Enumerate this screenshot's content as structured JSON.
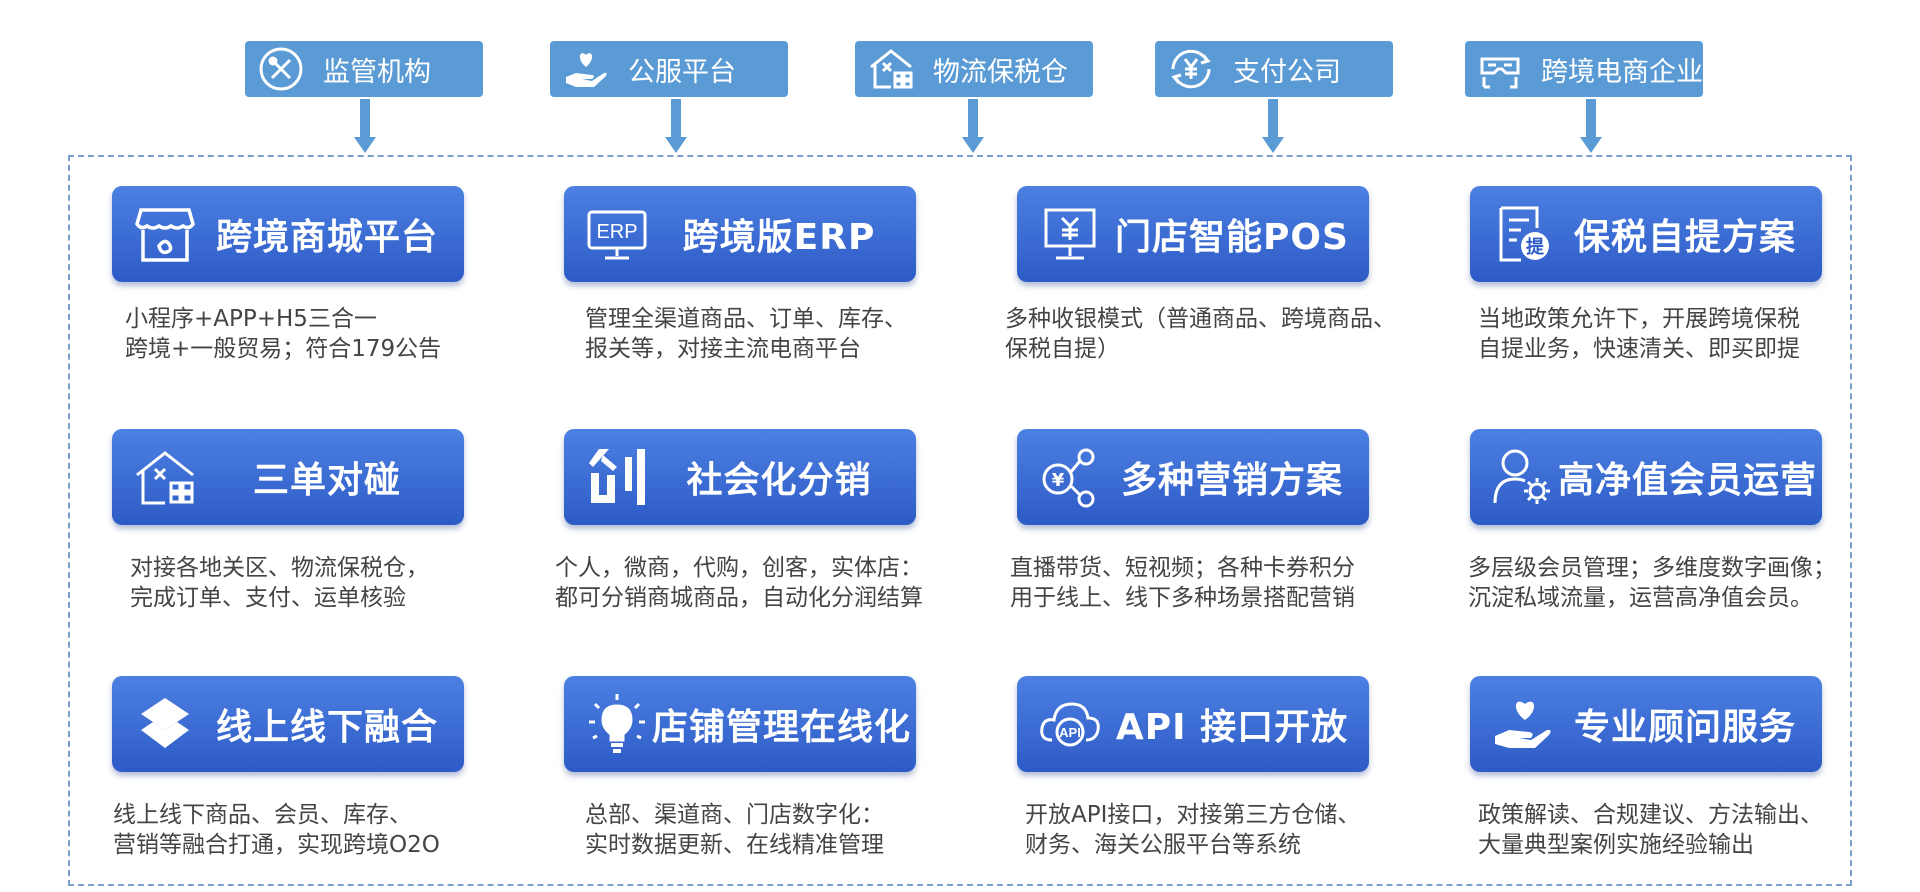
{
  "top_tags": [
    {
      "label": "监管机构",
      "icon": "wrench-screwdriver-icon"
    },
    {
      "label": "公服平台",
      "icon": "heart-hand-icon"
    },
    {
      "label": "物流保税仓",
      "icon": "warehouse-icon"
    },
    {
      "label": "支付公司",
      "icon": "yen-cycle-icon"
    },
    {
      "label": "跨境电商企业",
      "icon": "vr-glasses-icon"
    }
  ],
  "cards": [
    {
      "title": "跨境商城平台",
      "icon": "storefront-icon",
      "desc": [
        "小程序+APP+H5三合一",
        "跨境+一般贸易；符合179公告"
      ]
    },
    {
      "title": "跨境版ERP",
      "icon": "erp-monitor-icon",
      "desc": [
        "管理全渠道商品、订单、库存、",
        "报关等，对接主流电商平台"
      ]
    },
    {
      "title": "门店智能POS",
      "icon": "pos-terminal-icon",
      "desc": [
        "多种收银模式（普通商品、跨境商品、",
        "保税自提）"
      ]
    },
    {
      "title": "保税自提方案",
      "icon": "pickup-document-icon",
      "desc": [
        "当地政策允许下，开展跨境保税",
        "自提业务，快速清关、即买即提"
      ]
    },
    {
      "title": "三单对碰",
      "icon": "warehouse-icon",
      "desc": [
        "对接各地关区、物流保税仓，",
        "完成订单、支付、运单核验"
      ]
    },
    {
      "title": "社会化分销",
      "icon": "chuang-character-icon",
      "desc": [
        "个人，微商，代购，创客，实体店：",
        "都可分销商城商品，自动化分润结算"
      ]
    },
    {
      "title": "多种营销方案",
      "icon": "yen-network-icon",
      "desc": [
        "直播带货、短视频；各种卡券积分",
        "用于线上、线下多种场景搭配营销"
      ]
    },
    {
      "title": "高净值会员运营",
      "icon": "user-gear-icon",
      "desc": [
        "多层级会员管理；多维度数字画像；",
        "沉淀私域流量，运营高净值会员。"
      ]
    },
    {
      "title": "线上线下融合",
      "icon": "layers-icon",
      "desc": [
        "线上线下商品、会员、库存、",
        "营销等融合打通，实现跨境O2O"
      ]
    },
    {
      "title": "店铺管理在线化",
      "icon": "lightbulb-icon",
      "desc": [
        "总部、渠道商、门店数字化：",
        "实时数据更新、在线精准管理"
      ]
    },
    {
      "title": "API 接口开放",
      "icon": "api-cloud-icon",
      "desc": [
        "开放API接口，对接第三方仓储、",
        "财务、海关公服平台等系统"
      ]
    },
    {
      "title": "专业顾问服务",
      "icon": "heart-hand-icon",
      "desc": [
        "政策解读、合规建议、方法输出、",
        "大量典型案例实施经验输出"
      ]
    }
  ],
  "icon_text": {
    "erp": "ERP",
    "yen": "¥",
    "api": "API",
    "ti": "提"
  },
  "colors": {
    "tag_bg": "#5b9bd5",
    "card_top": "#4c80e2",
    "card_bottom": "#2d5bc6",
    "frame": "#7a9fce",
    "desc_text": "#444444"
  }
}
